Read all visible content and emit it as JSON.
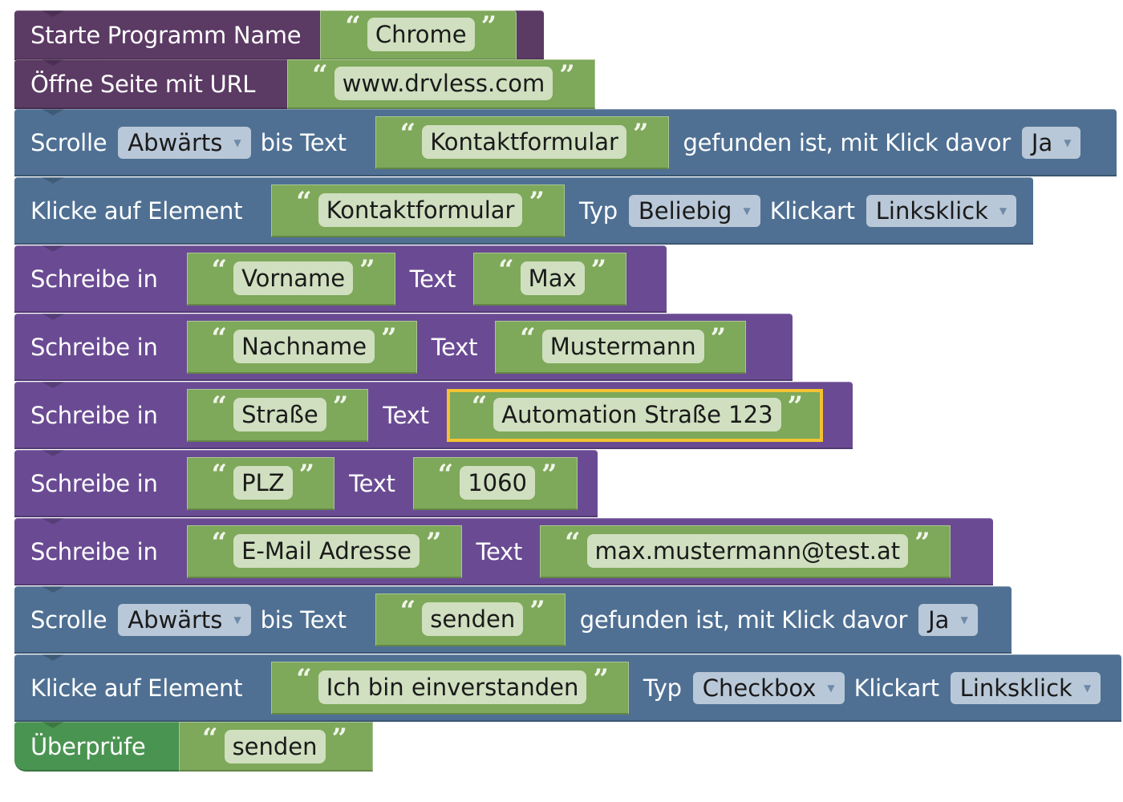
{
  "blocks": [
    {
      "label": "Starte Programm Name",
      "value": "Chrome"
    },
    {
      "label": "Öffne Seite mit URL",
      "value": "www.drvless.com"
    },
    {
      "label": "Scrolle",
      "direction": "Abwärts",
      "label2": "bis Text",
      "value": "Kontaktformular",
      "label3": "gefunden ist, mit Klick davor",
      "click_before": "Ja"
    },
    {
      "label": "Klicke auf Element",
      "value": "Kontaktformular",
      "label2": "Typ",
      "type": "Beliebig",
      "label3": "Klickart",
      "click_type": "Linksklick"
    },
    {
      "label": "Schreibe in",
      "field": "Vorname",
      "label2": "Text",
      "value": "Max"
    },
    {
      "label": "Schreibe in",
      "field": "Nachname",
      "label2": "Text",
      "value": "Mustermann"
    },
    {
      "label": "Schreibe in",
      "field": "Straße",
      "label2": "Text",
      "value": "Automation Straße 123"
    },
    {
      "label": "Schreibe in",
      "field": "PLZ",
      "label2": "Text",
      "value": "1060"
    },
    {
      "label": "Schreibe in",
      "field": "E-Mail Adresse",
      "label2": "Text",
      "value": "max.mustermann@test.at"
    },
    {
      "label": "Scrolle",
      "direction": "Abwärts",
      "label2": "bis Text",
      "value": "senden",
      "label3": "gefunden ist, mit Klick davor",
      "click_before": "Ja"
    },
    {
      "label": "Klicke auf Element",
      "value": "Ich bin einverstanden",
      "label2": "Typ",
      "type": "Checkbox",
      "label3": "Klickart",
      "click_type": "Linksklick"
    },
    {
      "label": "Überprüfe",
      "value": "senden"
    }
  ],
  "quotes": {
    "open": "“",
    "close": "”"
  },
  "icons": {
    "dropdown": "▼"
  },
  "colors": {
    "program": "#5b3a64",
    "navigation": "#4f7093",
    "input": "#6a4b93",
    "check": "#4a9451",
    "text_block": "#7ea85a",
    "selection": "#f4c232"
  }
}
